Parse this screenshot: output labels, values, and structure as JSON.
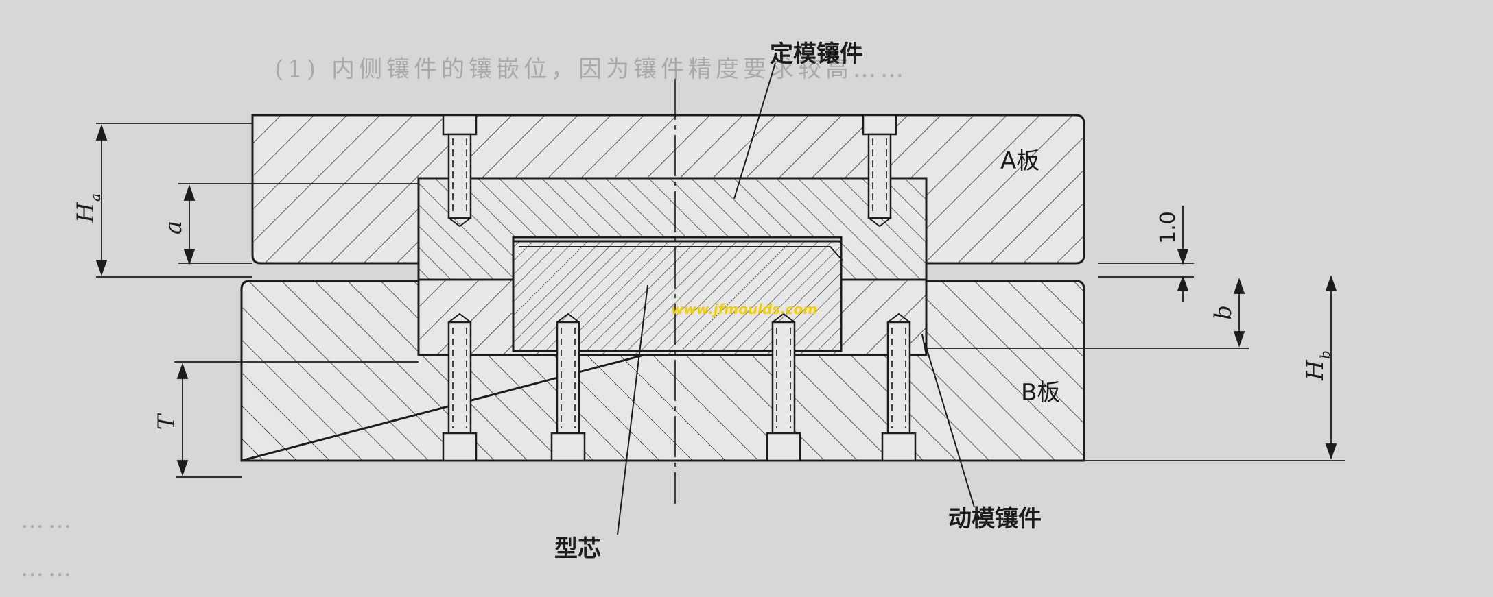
{
  "labels": {
    "fixed_insert": "定模镶件",
    "a_plate": "A板",
    "b_plate": "B板",
    "moving_insert": "动模镶件",
    "core": "型芯",
    "watermark": "www.jfmoulds.com"
  },
  "dimensions": {
    "ha_main": "H",
    "ha_sub": "a",
    "a": "a",
    "gap": "1.0",
    "b": "b",
    "hb_main": "H",
    "hb_sub": "b",
    "t": "T"
  },
  "background_text": [
    "(1) 内侧镶件的镶嵌位，因为镶件精度要求较高……",
    "……",
    "……"
  ],
  "colors": {
    "paper": "#d6d8d8",
    "plate_fill": "#e6e7e6",
    "ink": "#1c1c1c",
    "watermark": "#f0d000"
  }
}
